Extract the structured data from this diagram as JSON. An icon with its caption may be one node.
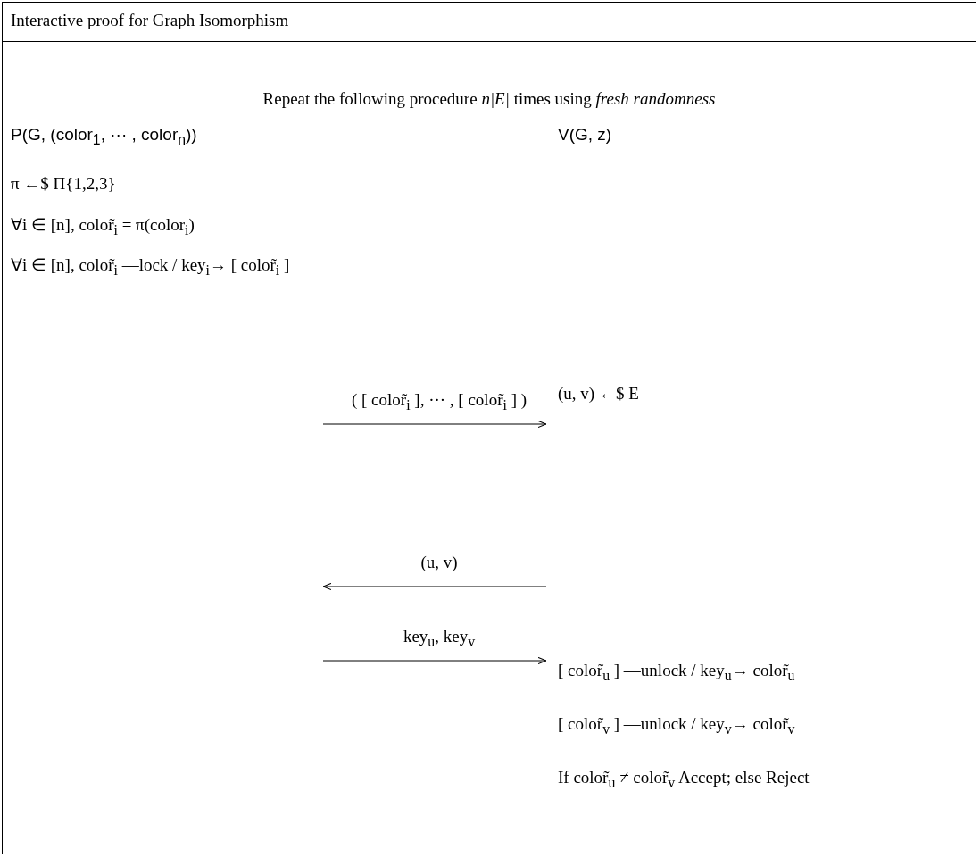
{
  "diagram": {
    "title": "Interactive proof for Graph Isomorphism",
    "nodes": [
      {
        "text": [
          "P(G, (color$_{1}$, ··· , color$_{n}$))",
          "π ←$ Π{1,2,3}",
          "∀i ∈ [n], color̃$_{i}$ = π(color$_{i}$)",
          "∀i ∈ [n],  color̃$_{i}$  —lock / key$_{i}$→  [ color̃$_{i}$ ]"
        ]
      },
      {
        "text": [
          "V(G, z)",
          "(u, v) ←$ E",
          "[ color̃$_{u}$ ]  —unlock / key$_{u}$→  color̃$_{u}$",
          "[ color̃$_{v}$ ]  —unlock / key$_{v}$→  color̃$_{v}$",
          "If color̃$_{u}$ ≠ color̃$_{v}$ Accept; else Reject"
        ]
      }
    ],
    "labels": [
      "Repeat the following procedure *n|E|* times using *fresh randomness*",
      "( [ color̃$_{i}$ ], ··· , [ color̃$_{i}$ ] )",
      "(u, v)",
      "key$_{u}$, key$_{v}$"
    ]
  }
}
